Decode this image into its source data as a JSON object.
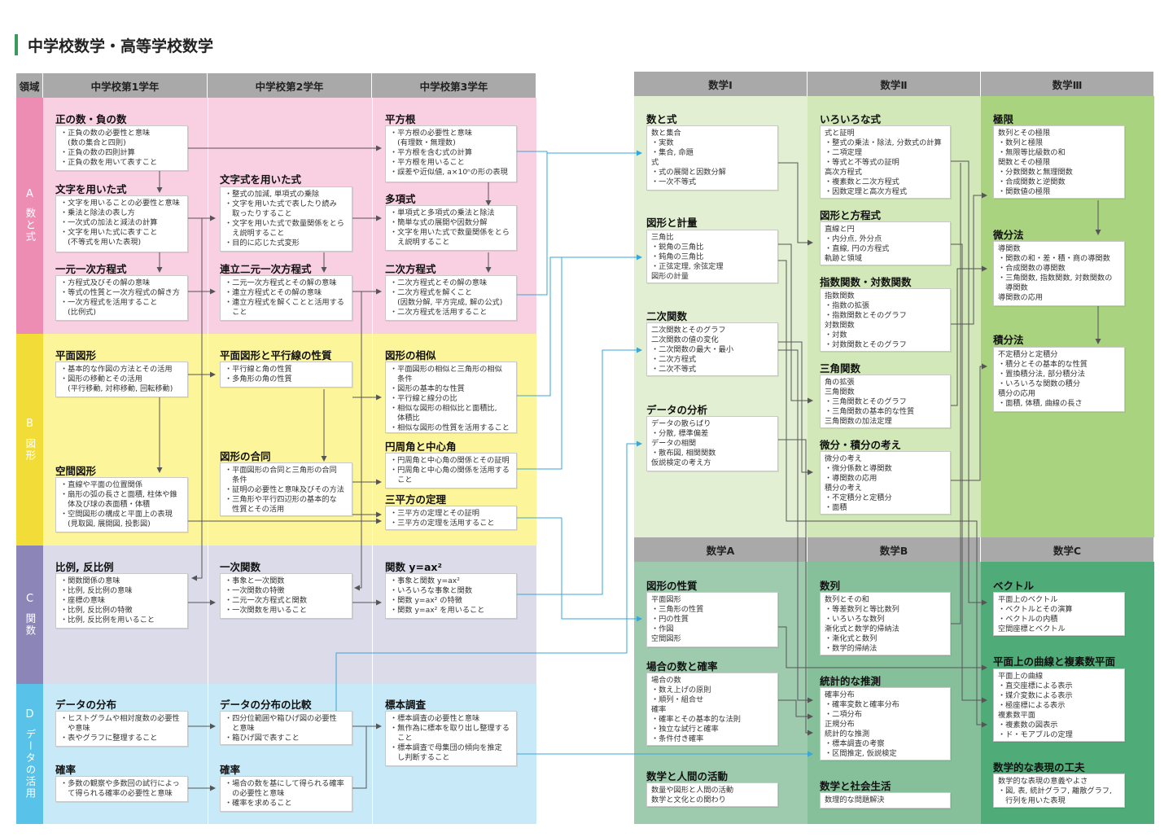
{
  "page_title": "中学校数学・高等学校数学",
  "headers": {
    "area": "領域",
    "g1": "中学校第1学年",
    "g2": "中学校第2学年",
    "g3": "中学校第3学年",
    "m1": "数学Ⅰ",
    "m2": "数学Ⅱ",
    "m3": "数学Ⅲ",
    "ma": "数学A",
    "mb": "数学B",
    "mc": "数学C"
  },
  "areas": {
    "a": {
      "letter": "A",
      "word": "数と式"
    },
    "b": {
      "letter": "B",
      "word": "図形"
    },
    "c": {
      "letter": "C",
      "word": "関数"
    },
    "d": {
      "letter": "D",
      "word": "データの活用"
    }
  },
  "jh": {
    "a1": {
      "title": "正の数・負の数",
      "items": "・正負の数の必要性と意味\n　(数の集合と四則)\n・正負の数の四則計算\n・正負の数を用いて表すこと"
    },
    "a2": {
      "title": "文字を用いた式",
      "items": "・文字を用いることの必要性と意味\n・乗法と除法の表し方\n・一次式の加法と減法の計算\n・文字を用いた式に表すこと\n　(不等式を用いた表現)"
    },
    "a3": {
      "title": "一元一次方程式",
      "items": "・方程式及びその解の意味\n・等式の性質と一次方程式の解き方\n・一次方程式を活用すること\n　(比例式)"
    },
    "a4": {
      "title": "文字式を用いた式",
      "items": "・整式の加減, 単項式の乗除\n・文字を用いた式で表したり読み\n　取ったりすること\n・文字を用いた式で数量関係をとら\n　え説明すること\n・目的に応じた式変形"
    },
    "a5": {
      "title": "連立二元一次方程式",
      "items": "・二元一次方程式とその解の意味\n・連立方程式とその解の意味\n・連立方程式を解くことと活用する\n　こと"
    },
    "a6": {
      "title": "平方根",
      "items": "・平方根の必要性と意味\n　(有理数・無理数)\n・平方根を含む式の計算\n・平方根を用いること\n・誤差や近似値, a×10ⁿの形の表現"
    },
    "a7": {
      "title": "多項式",
      "items": "・単項式と多項式の乗法と除法\n・簡単な式の展開や因数分解\n・文字を用いた式で数量関係をとら\n　え説明すること"
    },
    "a8": {
      "title": "二次方程式",
      "items": "・二次方程式とその解の意味\n・二次方程式を解くこと\n　(因数分解, 平方完成, 解の公式)\n・二次方程式を活用すること"
    },
    "b1": {
      "title": "平面図形",
      "items": "・基本的な作図の方法とその活用\n・図形の移動とその活用\n　(平行移動, 対称移動, 回転移動)"
    },
    "b2": {
      "title": "空間図形",
      "items": "・直線や平面の位置関係\n・扇形の弧の長さと面積, 柱体や錐\n　体及び球の表面積・体積\n・空間図形の構成と平面上の表現\n　(見取図, 展開図, 投影図)"
    },
    "b3": {
      "title": "平面図形と平行線の性質",
      "items": "・平行線と角の性質\n・多角形の角の性質"
    },
    "b4": {
      "title": "図形の合同",
      "items": "・平面図形の合同と三角形の合同\n　条件\n・証明の必要性と意味及びその方法\n・三角形や平行四辺形の基本的な\n　性質とその活用"
    },
    "b5": {
      "title": "図形の相似",
      "items": "・平面図形の相似と三角形の相似\n　条件\n・図形の基本的な性質\n・平行線と線分の比\n・相似な図形の相似比と面積比,\n　体積比\n・相似な図形の性質を活用すること"
    },
    "b6": {
      "title": "円周角と中心角",
      "items": "・円周角と中心角の関係とその証明\n・円周角と中心角の関係を活用する\n　こと"
    },
    "b7": {
      "title": "三平方の定理",
      "items": "・三平方の定理とその証明\n・三平方の定理を活用すること"
    },
    "c1": {
      "title": "比例, 反比例",
      "items": "・関数関係の意味\n・比例, 反比例の意味\n・座標の意味\n・比例, 反比例の特徴\n・比例, 反比例を用いること"
    },
    "c2": {
      "title": "一次関数",
      "items": "・事象と一次関数\n・一次関数の特徴\n・二元一次方程式と関数\n・一次関数を用いること"
    },
    "c3": {
      "title": "関数 y=ax²",
      "items": "・事象と関数 y=ax²\n・いろいろな事象と関数\n・関数 y=ax² の特徴\n・関数 y=ax² を用いること"
    },
    "d1": {
      "title": "データの分布",
      "items": "・ヒストグラムや相対度数の必要性\n　や意味\n・表やグラフに整理すること"
    },
    "d2": {
      "title": "確率",
      "items": "・多数の観察や多数回の試行によっ\n　て得られる確率の必要性と意味"
    },
    "d3": {
      "title": "データの分布の比較",
      "items": "・四分位範囲や箱ひげ図の必要性\n　と意味\n・箱ひげ図で表すこと"
    },
    "d4": {
      "title": "確率",
      "items": "・場合の数を基にして得られる確率\n　の必要性と意味\n・確率を求めること"
    },
    "d5": {
      "title": "標本調査",
      "items": "・標本調査の必要性と意味\n・無作為に標本を取り出し整理する\n　こと\n・標本調査で母集団の傾向を推定\n　し判断すること"
    }
  },
  "hs": {
    "m1a": {
      "title": "数と式",
      "items": "数と集合\n・実数\n・集合, 命題\n式\n・式の展開と因数分解\n・一次不等式"
    },
    "m1b": {
      "title": "図形と計量",
      "items": "三角比\n・鋭角の三角比\n・鈍角の三角比\n・正弦定理, 余弦定理\n図形の計量"
    },
    "m1c": {
      "title": "二次関数",
      "items": "二次関数とそのグラフ\n二次関数の値の変化\n・二次関数の最大・最小\n・二次方程式\n・二次不等式"
    },
    "m1d": {
      "title": "データの分析",
      "items": "データの散らばり\n・分散, 標準偏差\nデータの相関\n・散布図, 相関関数\n仮説検定の考え方"
    },
    "m2a": {
      "title": "いろいろな式",
      "items": "式と証明\n・整式の乗法・除法, 分数式の計算\n・二項定理\n・等式と不等式の証明\n高次方程式\n・複素数と二次方程式\n・因数定理と高次方程式"
    },
    "m2b": {
      "title": "図形と方程式",
      "items": "直線と円\n・内分点, 外分点\n・直線, 円の方程式\n軌跡と領域"
    },
    "m2c": {
      "title": "指数関数・対数関数",
      "items": "指数関数\n・指数の拡張\n・指数関数とそのグラフ\n対数関数\n・対数\n・対数関数とそのグラフ"
    },
    "m2d": {
      "title": "三角関数",
      "items": "角の拡張\n三角関数\n・三角関数とそのグラフ\n・三角関数の基本的な性質\n三角関数の加法定理"
    },
    "m2e": {
      "title": "微分・積分の考え",
      "items": "微分の考え\n・微分係数と導関数\n・導関数の応用\n積分の考え\n・不定積分と定積分\n・面積"
    },
    "m3a": {
      "title": "極限",
      "items": "数列とその極限\n・数列と極限\n・無限等比級数の和\n関数とその極限\n・分数関数と無理関数\n・合成関数と逆関数\n・関数値の極限"
    },
    "m3b": {
      "title": "微分法",
      "items": "導関数\n・関数の和・差・積・商の導関数\n・合成関数の導関数\n・三角関数, 指数関数, 対数関数の\n　導関数\n導関数の応用"
    },
    "m3c": {
      "title": "積分法",
      "items": "不定積分と定積分\n・積分とその基本的な性質\n・置換積分法, 部分積分法\n・いろいろな関数の積分\n積分の応用\n・面積, 体積, 曲線の長さ"
    },
    "maa": {
      "title": "図形の性質",
      "items": "平面図形\n・三角形の性質\n・円の性質\n・作図\n空間図形"
    },
    "mab": {
      "title": "場合の数と確率",
      "items": "場合の数\n・数え上げの原則\n・順列・組合せ\n確率\n・確率とその基本的な法則\n・独立な試行と確率\n・条件付き確率"
    },
    "mac": {
      "title": "数学と人間の活動",
      "items": "数量や図形と人間の活動\n数学と文化との関わり"
    },
    "mba": {
      "title": "数列",
      "items": "数列とその和\n・等差数列と等比数列\n・いろいろな数列\n漸化式と数学的帰納法\n・漸化式と数列\n・数学的帰納法"
    },
    "mbb": {
      "title": "統計的な推測",
      "items": "確率分布\n・確率変数と確率分布\n・二項分布\n正規分布\n統計的な推測\n・標本調査の考察\n・区間推定, 仮説検定"
    },
    "mbc": {
      "title": "数学と社会生活",
      "items": "数理的な問題解決"
    },
    "mca": {
      "title": "ベクトル",
      "items": "平面上のベクトル\n・ベクトルとその演算\n・ベクトルの内積\n空間座標とベクトル"
    },
    "mcb": {
      "title": "平面上の曲線と複素数平面",
      "items": "平面上の曲線\n・直交座標による表示\n・媒介変数による表示\n・極座標による表示\n複素数平面\n・複素数の図表示\n・ド・モアブルの定理"
    },
    "mcc": {
      "title": "数学的な表現の工夫",
      "items": "数学的な表現の意義やよさ\n・図, 表, 統計グラフ, 離散グラフ,\n　行列を用いた表現"
    }
  },
  "colors": {
    "band_a": "#f9d0e2",
    "label_a": "#ee8db4",
    "band_b": "#fdf59a",
    "label_b": "#f2dd38",
    "band_c": "#dcdbea",
    "label_c": "#8c86b8",
    "band_d": "#c8e9f7",
    "label_d": "#58c2e8",
    "m1": "#e3efd2",
    "m2": "#d3e8b9",
    "m3": "#a9d37f",
    "ma": "#9ecbae",
    "mb": "#86c09a",
    "mc": "#4fab78",
    "arrow_blue": "#3aa6d8"
  }
}
